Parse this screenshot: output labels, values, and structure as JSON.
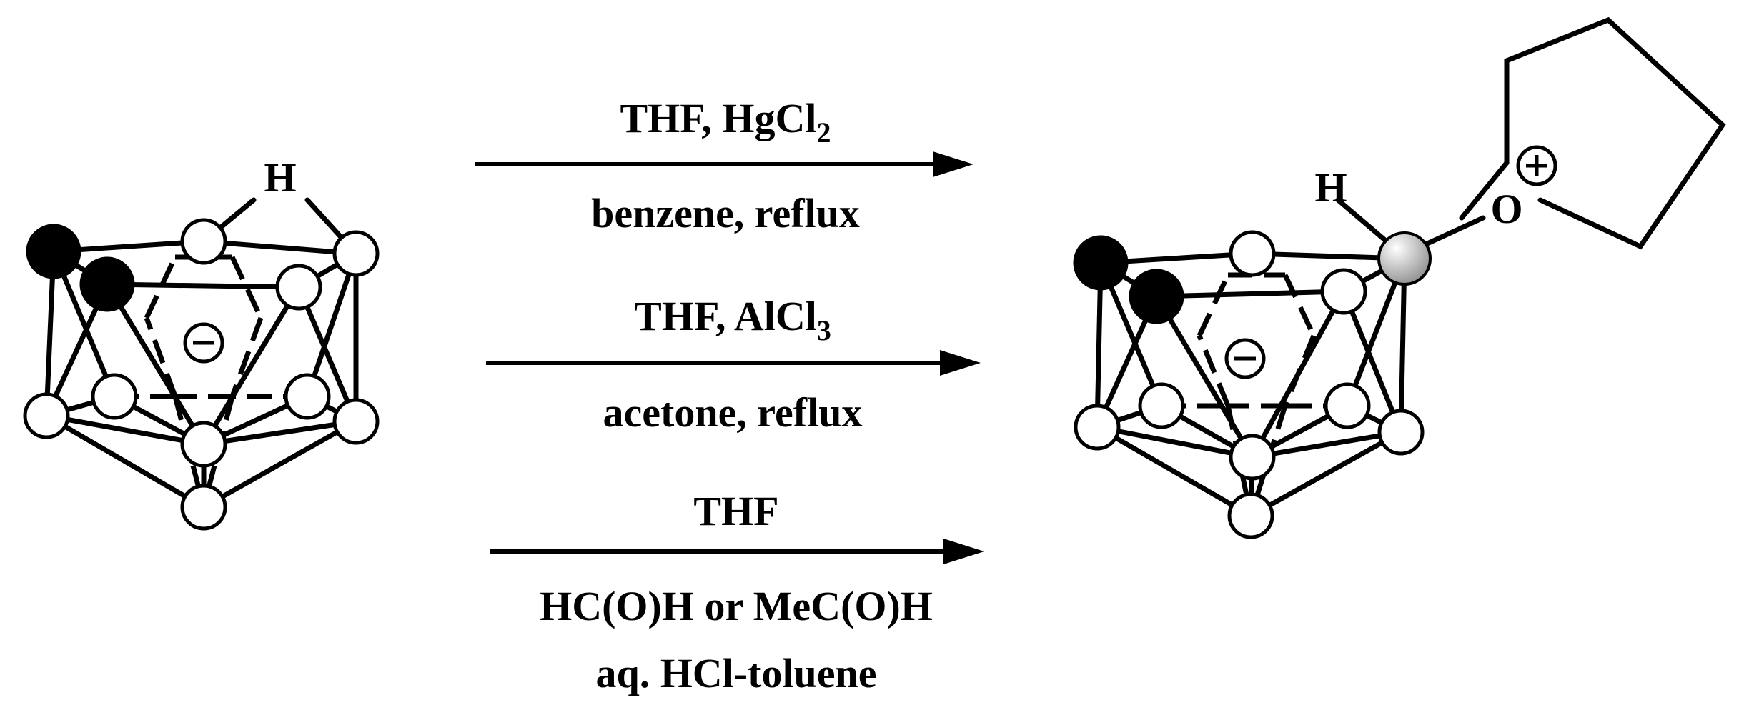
{
  "scheme": {
    "reactant": {
      "bridging_h": "H",
      "charge": "−"
    },
    "product": {
      "h_label": "H",
      "oxygen_label": "O",
      "oxonium_charge": "+",
      "cage_charge": "−"
    },
    "reactions": [
      {
        "above": "THF, HgCl",
        "above_sub": "2",
        "below": [
          "benzene, reflux"
        ]
      },
      {
        "above": "THF, AlCl",
        "above_sub": "3",
        "below": [
          "acetone, reflux"
        ]
      },
      {
        "above": "THF",
        "above_sub": "",
        "below": [
          "HC(O)H or MeC(O)H",
          "aq. HCl-toluene"
        ]
      }
    ],
    "colors": {
      "carbon_atom": "#000000",
      "boron_atom": "#ffffff",
      "substituted_boron_gradient": [
        "#ffffff",
        "#9a9a9a"
      ],
      "line": "#000000"
    }
  }
}
